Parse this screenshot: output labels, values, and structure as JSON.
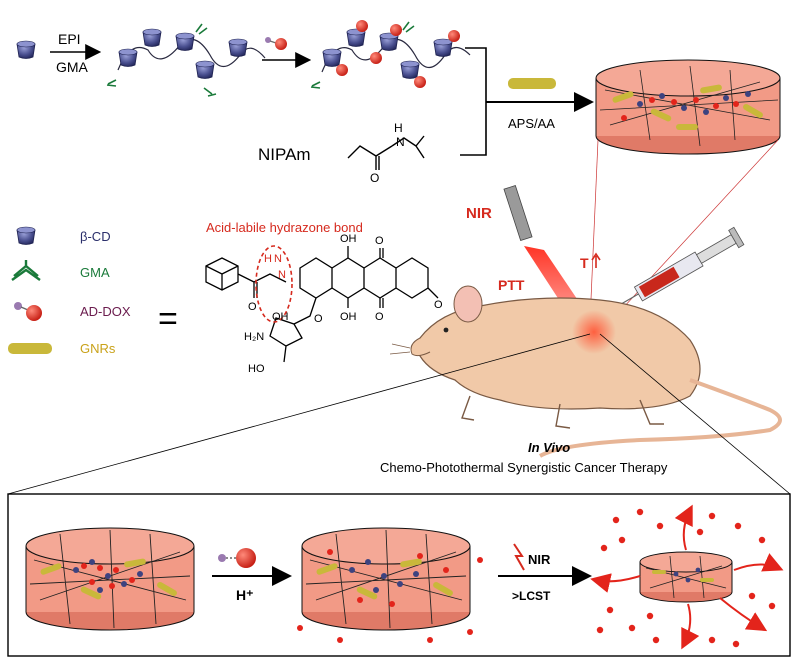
{
  "top_reaction": {
    "reagent_1": "EPI",
    "reagent_2": "GMA",
    "monomer": "NIPAm",
    "initiator": "APS/AA"
  },
  "legend": {
    "items": [
      {
        "label": "β-CD",
        "color": "#2b2f6b",
        "icon": "beta-cd-icon"
      },
      {
        "label": "GMA",
        "color": "#1a7a3a",
        "icon": "gma-icon"
      },
      {
        "label": "AD-DOX",
        "color": "#6a1b4d",
        "icon": "ad-dox-icon"
      },
      {
        "label": "GNRs",
        "color": "#c9b83a",
        "icon": "gnr-icon"
      }
    ],
    "equals": "="
  },
  "structure": {
    "bond_title": "Acid-labile hydrazone bond",
    "atoms": {
      "n": "N",
      "h": "H",
      "oh_a": "OH",
      "oh_b": "OH",
      "oh_c": "OH",
      "o_a": "O",
      "o_b": "O",
      "o_c": "O",
      "o_d": "O",
      "o_e": "O",
      "methoxy_o": "O",
      "amine": "H₂N",
      "ho": "HO"
    }
  },
  "mouse_scene": {
    "nir": "NIR",
    "ptt": "PTT",
    "temp": "T",
    "in_vivo": "In Vivo",
    "therapy": "Chemo-Photothermal Synergistic Cancer Therapy"
  },
  "bottom_panel": {
    "acid": "H⁺",
    "nir": "NIR",
    "lcst": ">LCST"
  },
  "colors": {
    "hydrogel_fill": "#f29a86",
    "hydrogel_edge": "#b24a3a",
    "gnr": "#c9b83a",
    "dox": "#e3241b",
    "cd": "#3d4380",
    "label_red": "#d62a1e",
    "gma_green": "#1a7a3a",
    "mouse": "#f1c9a8"
  }
}
